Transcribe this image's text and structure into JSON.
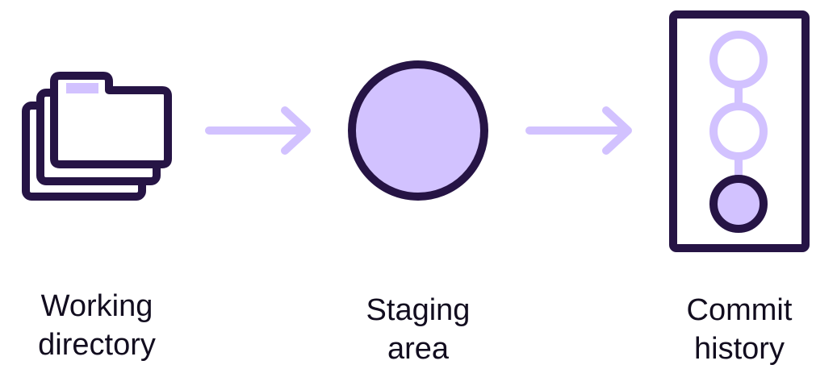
{
  "colors": {
    "outline": "#261445",
    "fill": "#d2c2ff",
    "arrow": "#d2c2ff",
    "background": "#ffffff",
    "text": "#120d1f"
  },
  "stages": [
    {
      "icon": "folder-stack-icon",
      "label_lines": [
        "Working",
        "directory"
      ]
    },
    {
      "icon": "staging-circle-icon",
      "label_lines": [
        "Staging",
        "area"
      ]
    },
    {
      "icon": "commit-history-icon",
      "label_lines": [
        "Commit",
        "history"
      ]
    }
  ],
  "arrows": [
    {
      "icon": "arrow-right-icon"
    },
    {
      "icon": "arrow-right-icon"
    }
  ]
}
